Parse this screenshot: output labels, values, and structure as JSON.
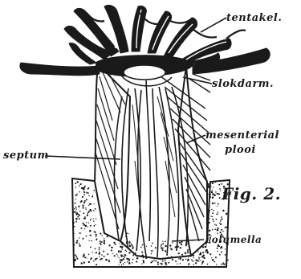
{
  "figure": {
    "caption": "Fig. 2.",
    "labels": {
      "tentakel": "tentakel.",
      "slokdarm": "slokdarm.",
      "mesenterial_line1": "mesenterial",
      "mesenterial_line2": "plooi",
      "septum": "septum",
      "columella": "columella"
    }
  },
  "colors": {
    "ink": "#1a1a1a",
    "paper": "#ffffff"
  }
}
